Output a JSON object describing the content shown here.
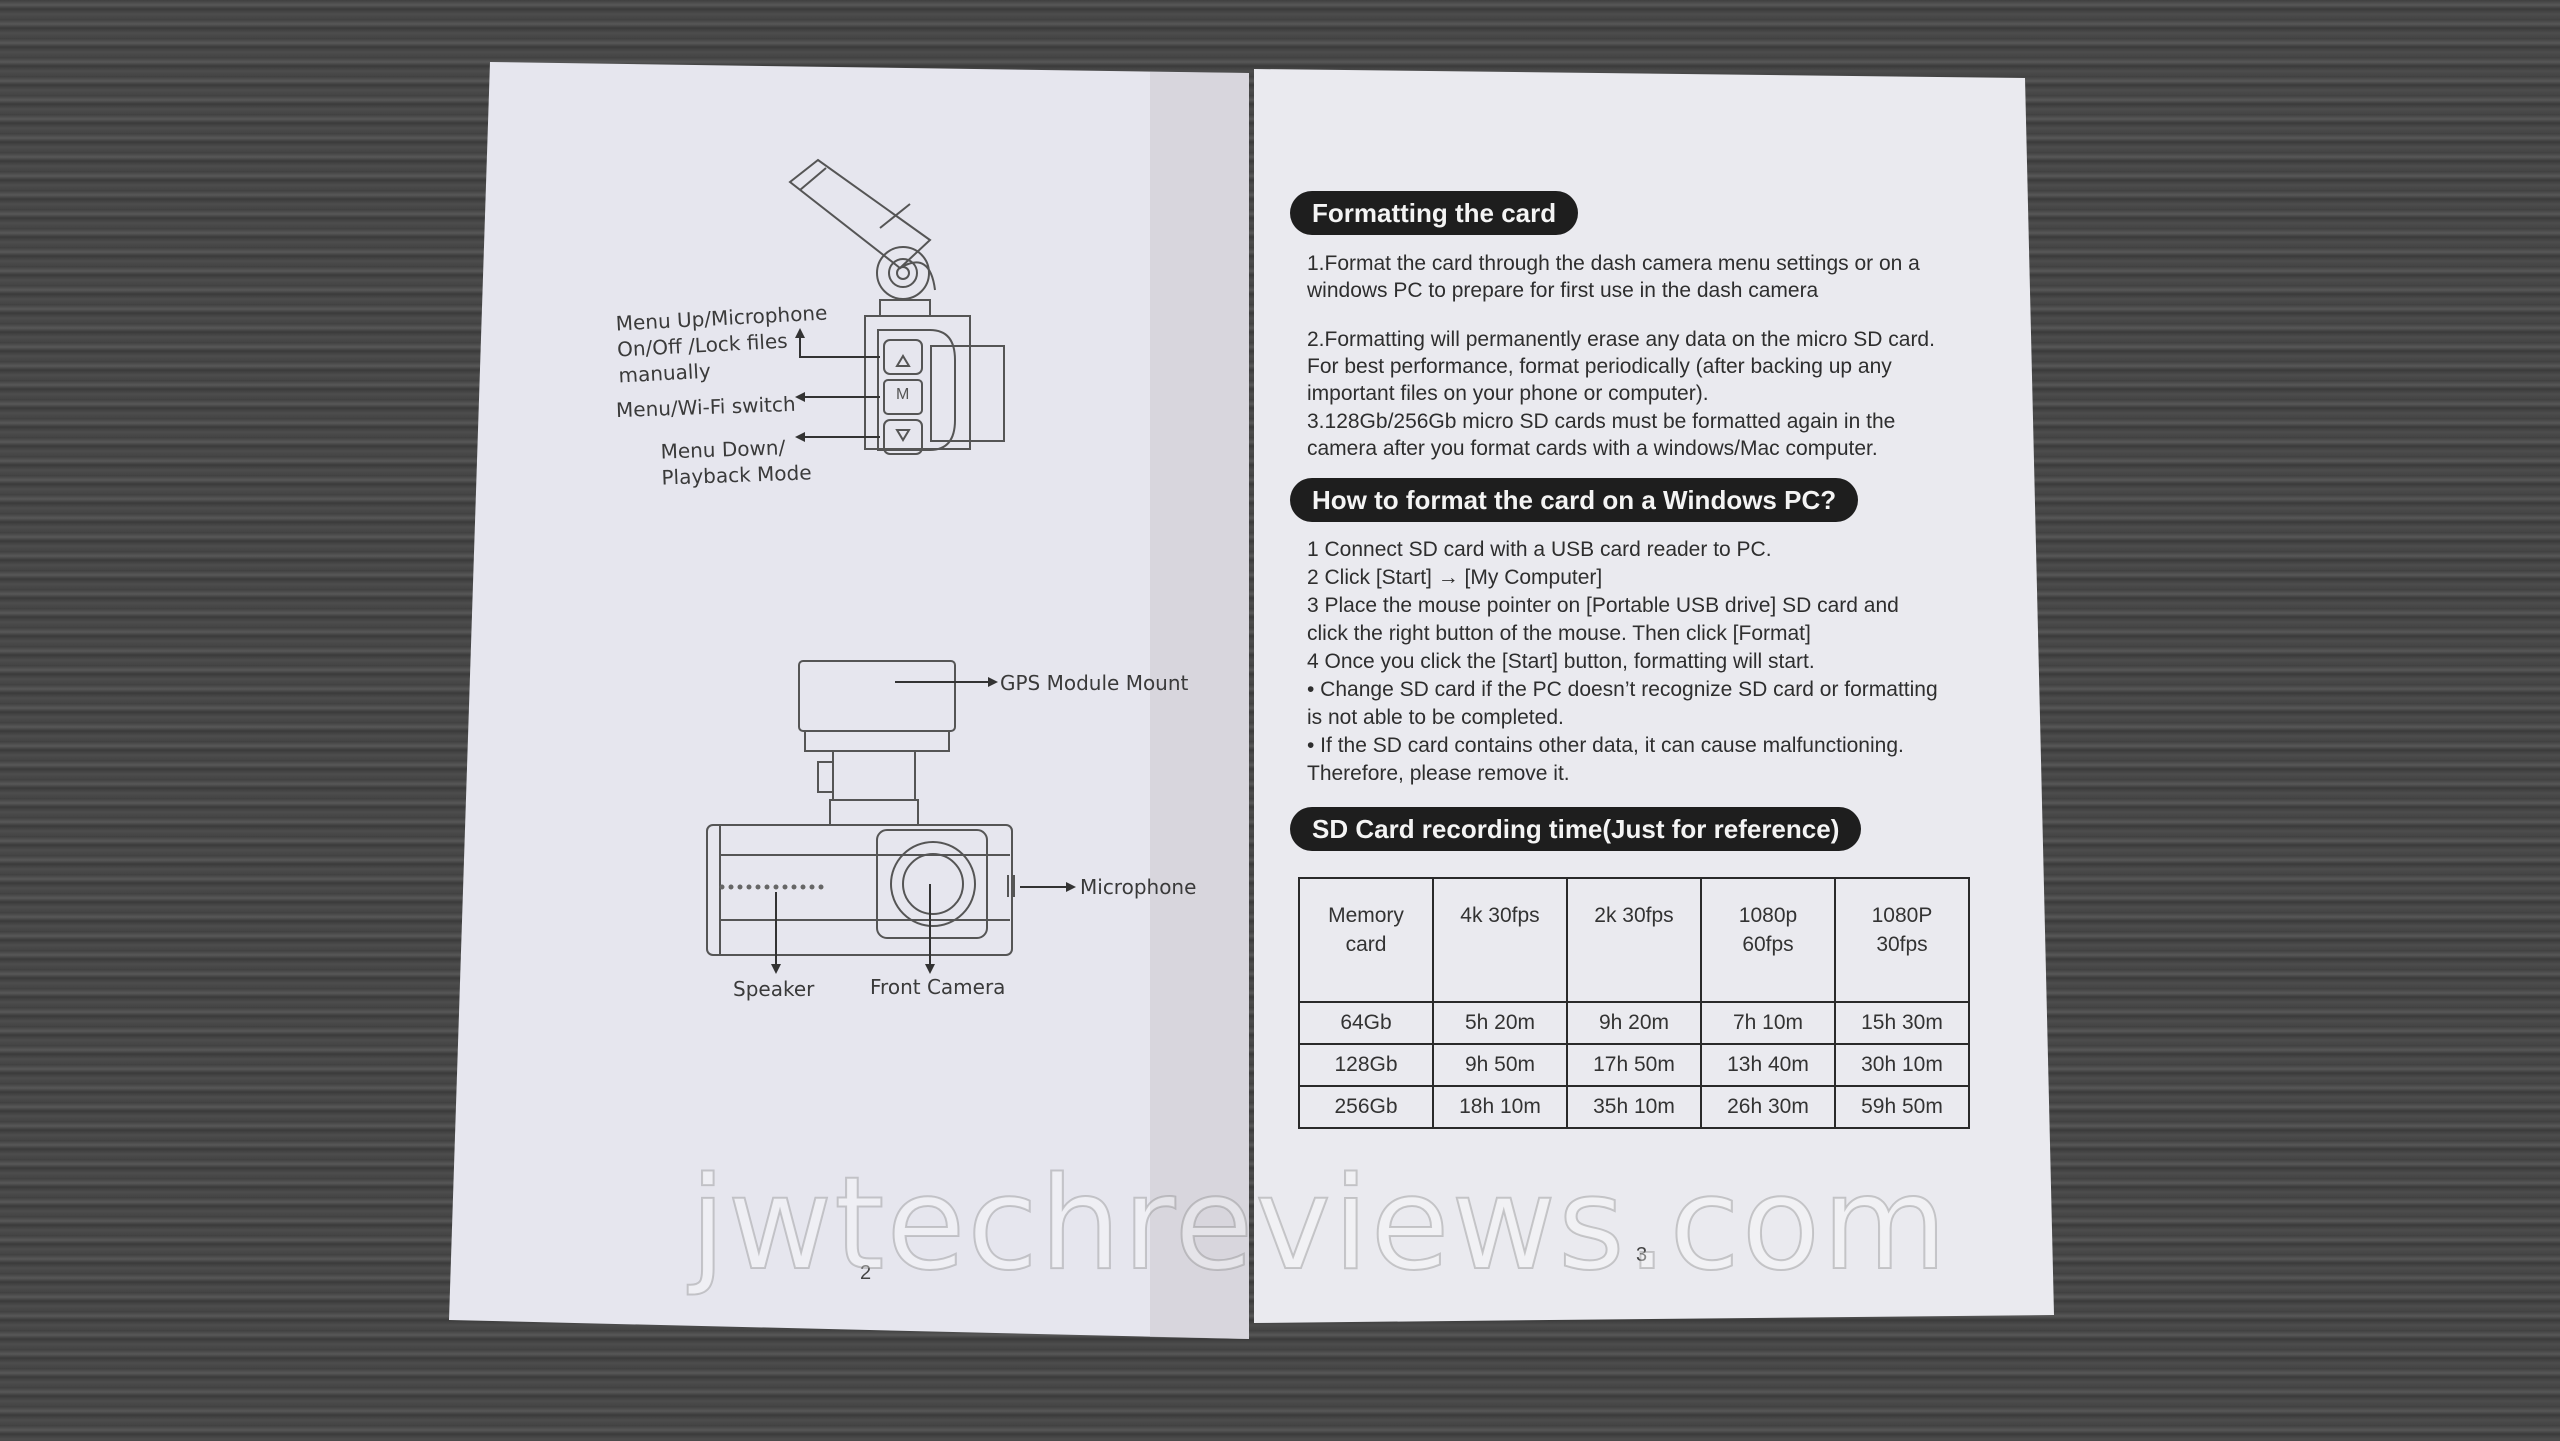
{
  "left_page": {
    "labels": {
      "menu_up": [
        "Menu Up/Microphone",
        "On/Off /Lock files",
        "manually"
      ],
      "menu_wifi": "Menu/Wi-Fi switch",
      "menu_down": [
        "Menu Down/",
        "Playback Mode"
      ],
      "gps_mount": "GPS Module Mount",
      "microphone": "Microphone",
      "speaker": "Speaker",
      "front_camera": "Front Camera",
      "button_m": "M"
    },
    "page_number": "2"
  },
  "right_page": {
    "formatting": {
      "title": "Formatting the card",
      "p1": [
        "1.Format the card through the dash camera menu settings or on a",
        "windows PC to prepare for first use in the dash camera"
      ],
      "p2": [
        "2.Formatting will permanently erase any data on the micro SD card.",
        "For best performance, format periodically (after backing up any",
        "important files on your phone or computer)."
      ],
      "p3": [
        "3.128Gb/256Gb micro SD cards must be formatted again in the",
        "camera after you format cards with a windows/Mac computer."
      ]
    },
    "windows": {
      "title": "How to format the card on a Windows PC?",
      "lines": [
        "1 Connect SD card with a USB card reader to PC.",
        "2 Click [Start] → [My Computer]",
        "3 Place the mouse pointer on [Portable USB drive] SD card and",
        "click the right button of the mouse. Then click [Format]",
        "4 Once you click the [Start] button, formatting will start.",
        "• Change SD card if the PC doesn’t recognize SD card or formatting",
        "is not able to be completed.",
        "• If the SD card contains other data, it can cause malfunctioning.",
        "Therefore, please remove it."
      ]
    },
    "recording": {
      "title": "SD Card recording time(Just for reference)",
      "headers": [
        [
          "Memory",
          "card"
        ],
        [
          "4k 30fps",
          ""
        ],
        [
          "2k 30fps",
          ""
        ],
        [
          "1080p",
          "60fps"
        ],
        [
          "1080P",
          "30fps"
        ]
      ],
      "rows": [
        [
          "64Gb",
          "5h 20m",
          "9h 20m",
          "7h 10m",
          "15h 30m"
        ],
        [
          "128Gb",
          "9h 50m",
          "17h 50m",
          "13h 40m",
          "30h 10m"
        ],
        [
          "256Gb",
          "18h 10m",
          "35h 10m",
          "26h 30m",
          "59h 50m"
        ]
      ]
    },
    "page_number": "3"
  },
  "watermark": "jwtechreviews.com"
}
